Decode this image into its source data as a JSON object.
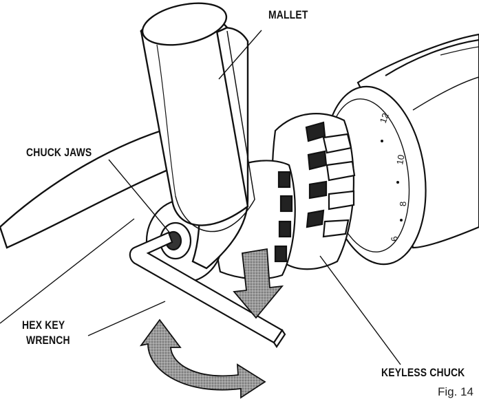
{
  "labels": {
    "mallet": "MALLET",
    "chuck_jaws": "CHUCK JAWS",
    "hex_key_line1": "HEX KEY",
    "hex_key_line2": "WRENCH",
    "keyless_chuck": "KEYLESS CHUCK",
    "figure": "Fig. 14"
  },
  "dial_numbers": [
    "12",
    "10",
    "8",
    "6"
  ],
  "colors": {
    "ink": "#111111",
    "arrow_fill": "#8a8a8a",
    "background": "#ffffff"
  },
  "icons": {
    "down_arrow": "down-arrow-icon",
    "rotate_arrow": "rotate-arrow-icon"
  }
}
